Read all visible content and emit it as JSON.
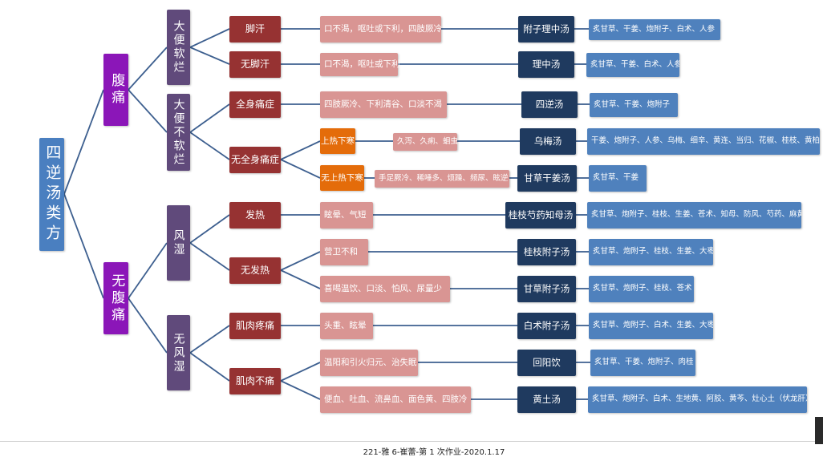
{
  "root": "四逆汤类方",
  "level1": [
    "腹痛",
    "无腹痛"
  ],
  "level2": [
    "大便软烂",
    "大便不软烂",
    "风湿",
    "无风湿"
  ],
  "level3": [
    "脚汗",
    "无脚汗",
    "全身痛症",
    "无全身痛症",
    "发热",
    "无发热",
    "肌肉疼痛",
    "肌肉不痛"
  ],
  "heat": [
    "上热下寒",
    "无上热下寒"
  ],
  "conditions": [
    "口不渴，呕吐或下利，四肢厥冷",
    "口不渴，呕吐或下利",
    "四肢厥冷、下利清谷、口淡不渴",
    "久泻、久痢、蛔虫",
    "手足厥冷、稀唾多、烦躁、频尿、眩逆",
    "眩晕、气短",
    "营卫不和",
    "喜喝温饮、口淡、怕风、尿量少",
    "头重、眩晕",
    "温阳和引火归元、治失眠",
    "便血、吐血、流鼻血、面色黄、四肢冷"
  ],
  "formulas": [
    "附子理中汤",
    "理中汤",
    "四逆汤",
    "乌梅汤",
    "甘草干姜汤",
    "桂枝芍药知母汤",
    "桂枝附子汤",
    "甘草附子汤",
    "白术附子汤",
    "回阳饮",
    "黄土汤"
  ],
  "herbs": [
    "炙甘草、干姜、炮附子、白术、人参",
    "炙甘草、干姜、白术、人参",
    "炙甘草、干姜、炮附子",
    "干姜、炮附子、人参、乌梅、细辛、黄连、当归、花椒、桂枝、黄柏",
    "炙甘草、干姜",
    "炙甘草、炮附子、桂枝、生姜、苍术、知母、防风、芍药、麻黄",
    "炙甘草、炮附子、桂枝、生姜、大枣",
    "炙甘草、炮附子、桂枝、苍术",
    "炙甘草、炮附子、白术、生姜、大枣",
    "炙甘草、干姜、炮附子、肉桂",
    "炙甘草、炮附子、白术、生地黄、阿胶、黄芩、灶心土（伏龙肝）"
  ],
  "footer": "221-雅 6-崔蕾-第 1 次作业-2020.1.17",
  "colors": {
    "root": "#4a7fc0",
    "level1": "#8b16b8",
    "level2": "#604a7b",
    "level3": "#963232",
    "condition": "#d99593",
    "heat": "#e46c0a",
    "formula": "#1f3a5f",
    "herb": "#4f81bd",
    "connector": "#3d5f8f"
  }
}
